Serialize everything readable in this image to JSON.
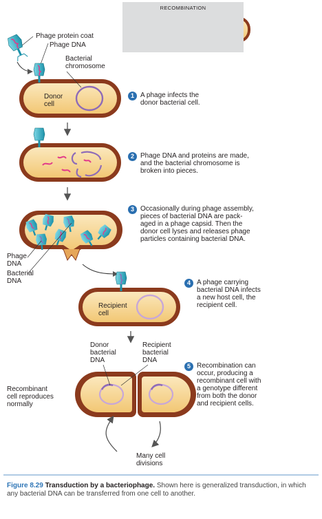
{
  "header": {
    "recombination": "RECOMBINATION"
  },
  "labels": {
    "phage_protein_coat": "Phage protein coat",
    "phage_dna_top": "Phage DNA",
    "bacterial_chromosome": "Bacterial\nchromosome",
    "donor_cell": "Donor\ncell",
    "phage_dna_side": "Phage\nDNA",
    "bacterial_dna_side": "Bacterial\nDNA",
    "recipient_cell": "Recipient\ncell",
    "donor_bacterial_dna": "Donor\nbacterial\nDNA",
    "recipient_bacterial_dna": "Recipient\nbacterial\nDNA",
    "recombinant_reproduces": "Recombinant\ncell reproduces\nnormally",
    "many_cell_divisions": "Many cell\ndivisions"
  },
  "steps": [
    {
      "number": "1",
      "text": "A phage infects the\ndonor bacterial cell."
    },
    {
      "number": "2",
      "text": "Phage DNA and proteins are made,\nand the bacterial chromosome is\nbroken into pieces."
    },
    {
      "number": "3",
      "text": "Occasionally during phage assembly,\npieces of bacterial DNA are pack-\naged in a phage capsid. Then the\ndonor cell lyses and releases phage\nparticles containing bacterial DNA."
    },
    {
      "number": "4",
      "text": "A phage carrying\nbacterial DNA infects\na new host cell, the\nrecipient cell."
    },
    {
      "number": "5",
      "text": "Recombination can\noccur, producing a\nrecombinant cell with\na genotype different\nfrom both the donor\nand recipient cells."
    }
  ],
  "caption": {
    "figure": "Figure 8.29",
    "title": "Transduction by a bacteriophage.",
    "text": "Shown here is generalized transduction, in which any bacterial DNA can be transferred from one cell to another."
  },
  "colors": {
    "cell_outer": "#8b3a1d",
    "cell_inner": "#f6d79b",
    "donor_dna": "#8e6bb8",
    "recipient_dna": "#c7a7d8",
    "phage_dna": "#e23a8a",
    "phage_head": "#2bb3c8",
    "arrow": "#555555",
    "step_badge": "#2a6fb0"
  }
}
